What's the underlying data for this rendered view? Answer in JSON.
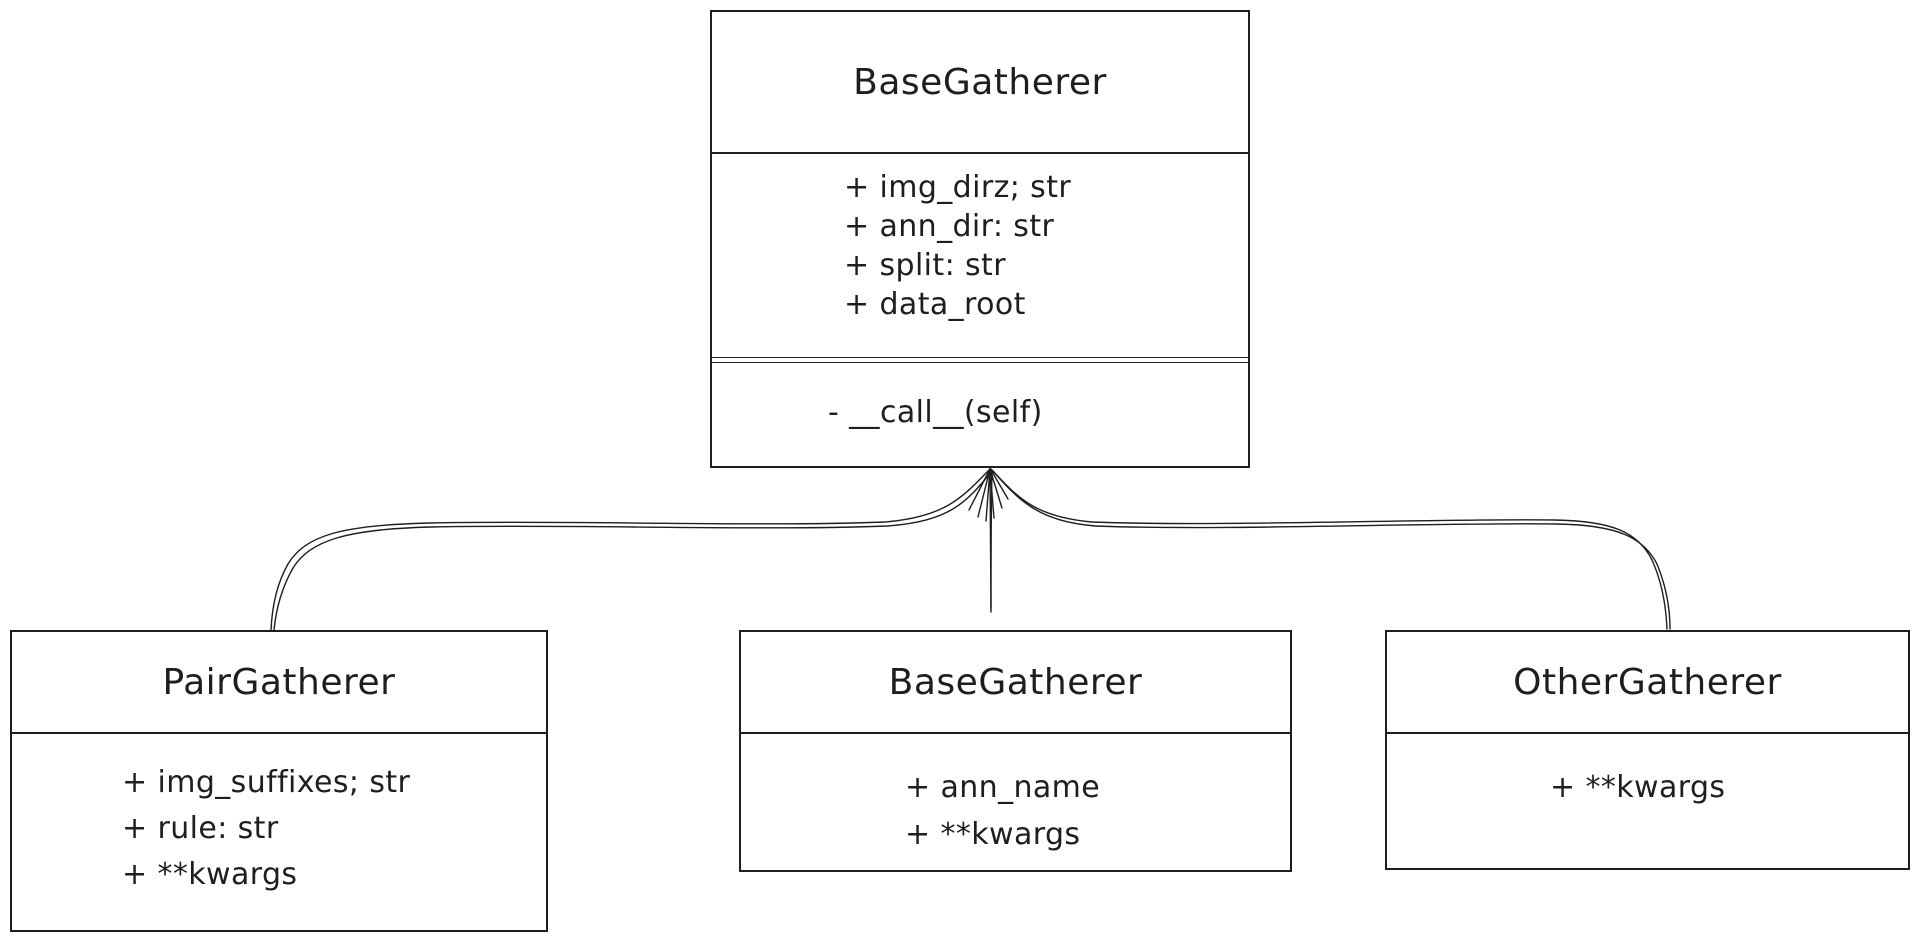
{
  "diagram": {
    "type": "uml-class-diagram",
    "style": "hand-drawn",
    "background_color": "#ffffff",
    "stroke_color": "#1e1e1e",
    "classes": [
      {
        "title": "BaseGatherer",
        "attributes": [
          "+ img_dirz; str",
          "+ ann_dir: str",
          "+ split: str",
          "+ data_root"
        ],
        "methods": [
          "- __call__(self)"
        ]
      },
      {
        "title": "PairGatherer",
        "attributes": [
          "+ img_suffixes; str",
          "+ rule: str",
          "+ **kwargs"
        ],
        "methods": []
      },
      {
        "title": "BaseGatherer",
        "attributes": [
          "+ ann_name",
          "+ **kwargs"
        ],
        "methods": []
      },
      {
        "title": "OtherGatherer",
        "attributes": [
          "+ **kwargs"
        ],
        "methods": []
      }
    ],
    "relations": [
      {
        "from": "PairGatherer",
        "to": "BaseGatherer",
        "type": "inheritance",
        "arrow": "open-arrowhead-up"
      },
      {
        "from": "BaseGatherer",
        "to": "BaseGatherer",
        "type": "inheritance",
        "arrow": "open-arrowhead-up"
      },
      {
        "from": "OtherGatherer",
        "to": "BaseGatherer",
        "type": "inheritance",
        "arrow": "open-arrowhead-up"
      }
    ]
  }
}
